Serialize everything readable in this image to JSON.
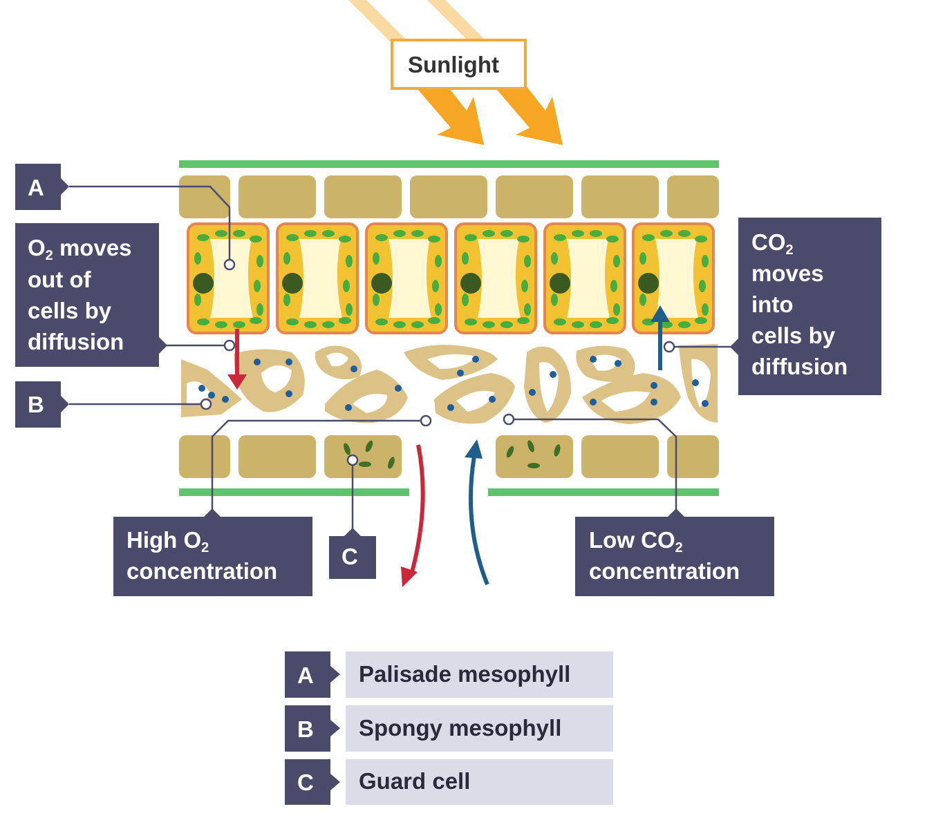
{
  "sunlight_label": "Sunlight",
  "labels": {
    "a_marker": "A",
    "b_marker": "B",
    "c_marker": "C",
    "o2_moves": {
      "line1_o": "O",
      "line1_sub": "2",
      "line1_rest": " moves",
      "line2": "out of",
      "line3": "cells by",
      "line4": "diffusion"
    },
    "co2_moves": {
      "line1_co": "CO",
      "line1_sub": "2",
      "line2": "moves",
      "line3": "into",
      "line4": "cells by",
      "line5": "diffusion"
    },
    "high_o2": {
      "line1_pre": "High O",
      "line1_sub": "2",
      "line2": "concentration"
    },
    "low_co2": {
      "line1_pre": "Low CO",
      "line1_sub": "2",
      "line2": "concentration"
    }
  },
  "key": [
    {
      "letter": "A",
      "text": "Palisade mesophyll"
    },
    {
      "letter": "B",
      "text": "Spongy mesophyll"
    },
    {
      "letter": "C",
      "text": "Guard cell"
    }
  ],
  "colors": {
    "label_box": "#4a4a6a",
    "key_box": "#dcdce9",
    "cuticle": "#5ec46a",
    "epidermis": "#cbb46a",
    "palisade_wall": "#e8844e",
    "palisade_fill": "#f3c232",
    "vacuole": "#fff8d2",
    "chloroplast": "#47ad3e",
    "nucleus": "#3a5a22",
    "spongy": "#dcc286",
    "spongy_dot": "#1f5e9a",
    "o2_arrow": "#c8283a",
    "co2_arrow": "#1f5e8c",
    "sun_arrow": "#f6a623",
    "sun_box_border": "#f2a93b"
  }
}
